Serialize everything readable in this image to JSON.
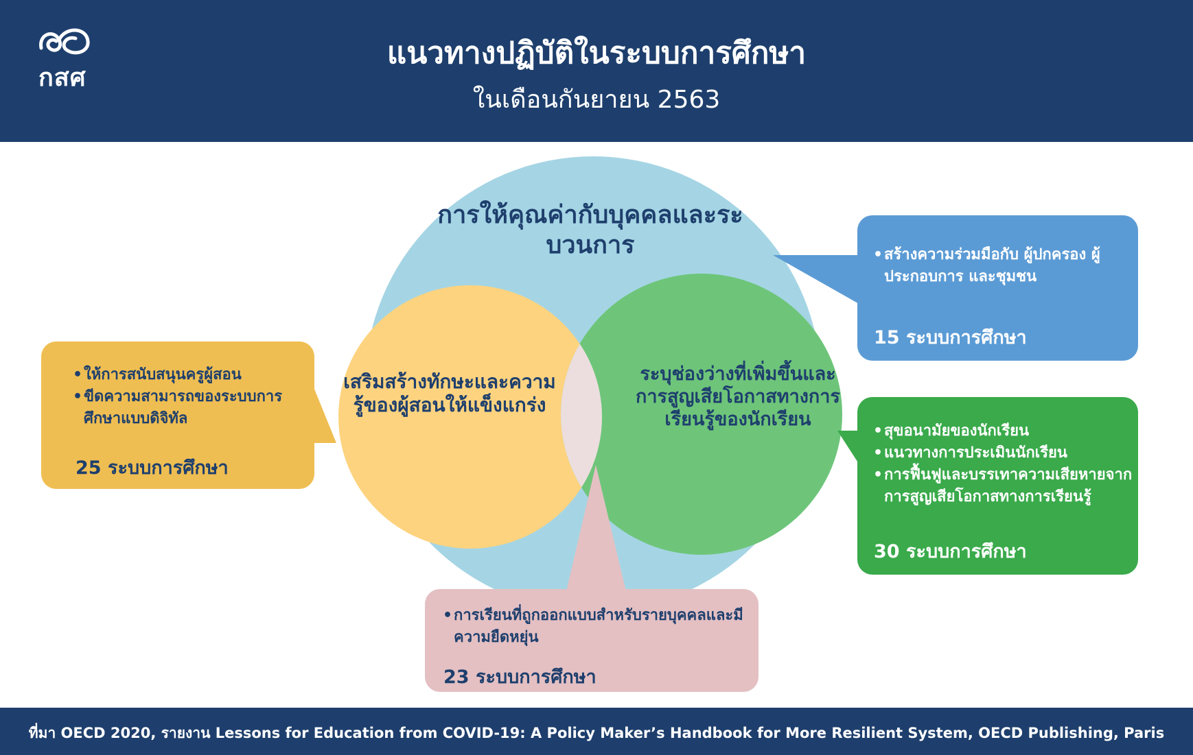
{
  "header": {
    "title": "แนวทางปฏิบัติในระบบการศึกษา",
    "subtitle": "ในเดือนกันยายน 2563",
    "logo_text": "กสศ"
  },
  "diagram": {
    "outer_label": "การให้คุณค่ากับบุคคลและระบวนการ",
    "left_label": "เสริมสร้างทักษะและความรู้ของผู้สอนให้แข็งแกร่ง",
    "right_label": "ระบุช่องว่างที่เพิ่มขึ้นและการสูญเสียโอกาสทางการเรียนรู้ของนักเรียน"
  },
  "callouts": {
    "left": {
      "items": [
        "ให้การสนับสนุนครูผู้สอน",
        "ขีดความสามารถของระบบการศึกษาแบบดิจิทัล"
      ],
      "count": "25 ระบบการศึกษา"
    },
    "top_right": {
      "items": [
        "สร้างความร่วมมือกับ ผู้ปกครอง ผู้ประกอบการ และชุมชน"
      ],
      "count": "15 ระบบการศึกษา"
    },
    "right": {
      "items": [
        "สุขอนามัยของนักเรียน",
        "แนวทางการประเมินนักเรียน",
        "การฟื้นฟูและบรรเทาความเสียหายจากการสูญเสียโอกาสทางการเรียนรู้"
      ],
      "count": "30 ระบบการศึกษา"
    },
    "bottom": {
      "items": [
        "การเรียนที่ถูกออกแบบสำหรับรายบุคคลและมีความยืดหยุ่น"
      ],
      "count": "23 ระบบการศึกษา"
    }
  },
  "footer": {
    "source": "ที่มา OECD 2020, รายงาน Lessons for Education from COVID-19: A Policy Maker’s Handbook for More Resilient System, OECD Publishing, Paris"
  },
  "colors": {
    "navy": "#1e3f6d",
    "outer_circle": "#a5d5e4",
    "yellow_circle": "#fdd37f",
    "green_circle": "#6ec57a",
    "intersection": "#ecdede",
    "yellow_box": "#efbe52",
    "blue_box": "#5b9bd5",
    "green_box": "#3aaa4b",
    "pink_box": "#e4c0c3"
  }
}
